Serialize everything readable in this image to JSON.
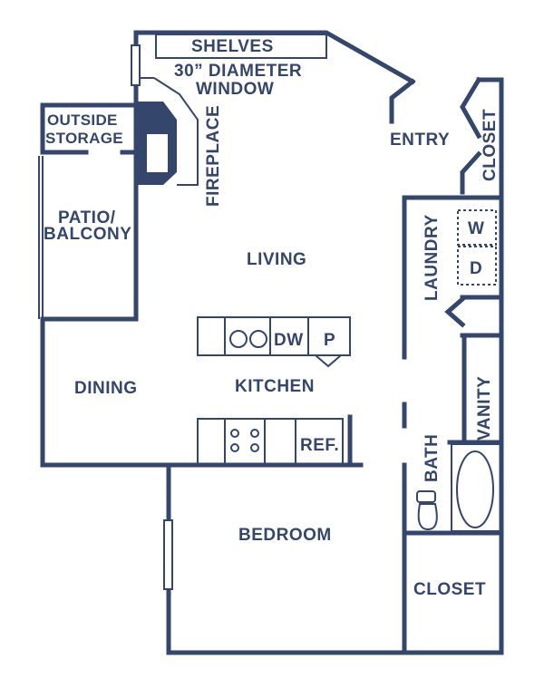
{
  "plan": {
    "accent_color": "#34466b",
    "labels": {
      "shelves": "SHELVES",
      "window_line1": "30” DIAMETER",
      "window_line2": "WINDOW",
      "outside_line1": "OUTSIDE",
      "outside_line2": "STORAGE",
      "fireplace": "FIREPLACE",
      "entry": "ENTRY",
      "closet_top": "CLOSET",
      "patio_line1": "PATIO/",
      "patio_line2": "BALCONY",
      "living": "LIVING",
      "laundry": "LAUNDRY",
      "washer": "W",
      "dryer": "D",
      "dw": "DW",
      "pantry": "P",
      "dining": "DINING",
      "kitchen": "KITCHEN",
      "vanity": "VANITY",
      "ref": "REF.",
      "bath": "BATH",
      "bedroom": "BEDROOM",
      "closet_bottom": "CLOSET"
    }
  }
}
